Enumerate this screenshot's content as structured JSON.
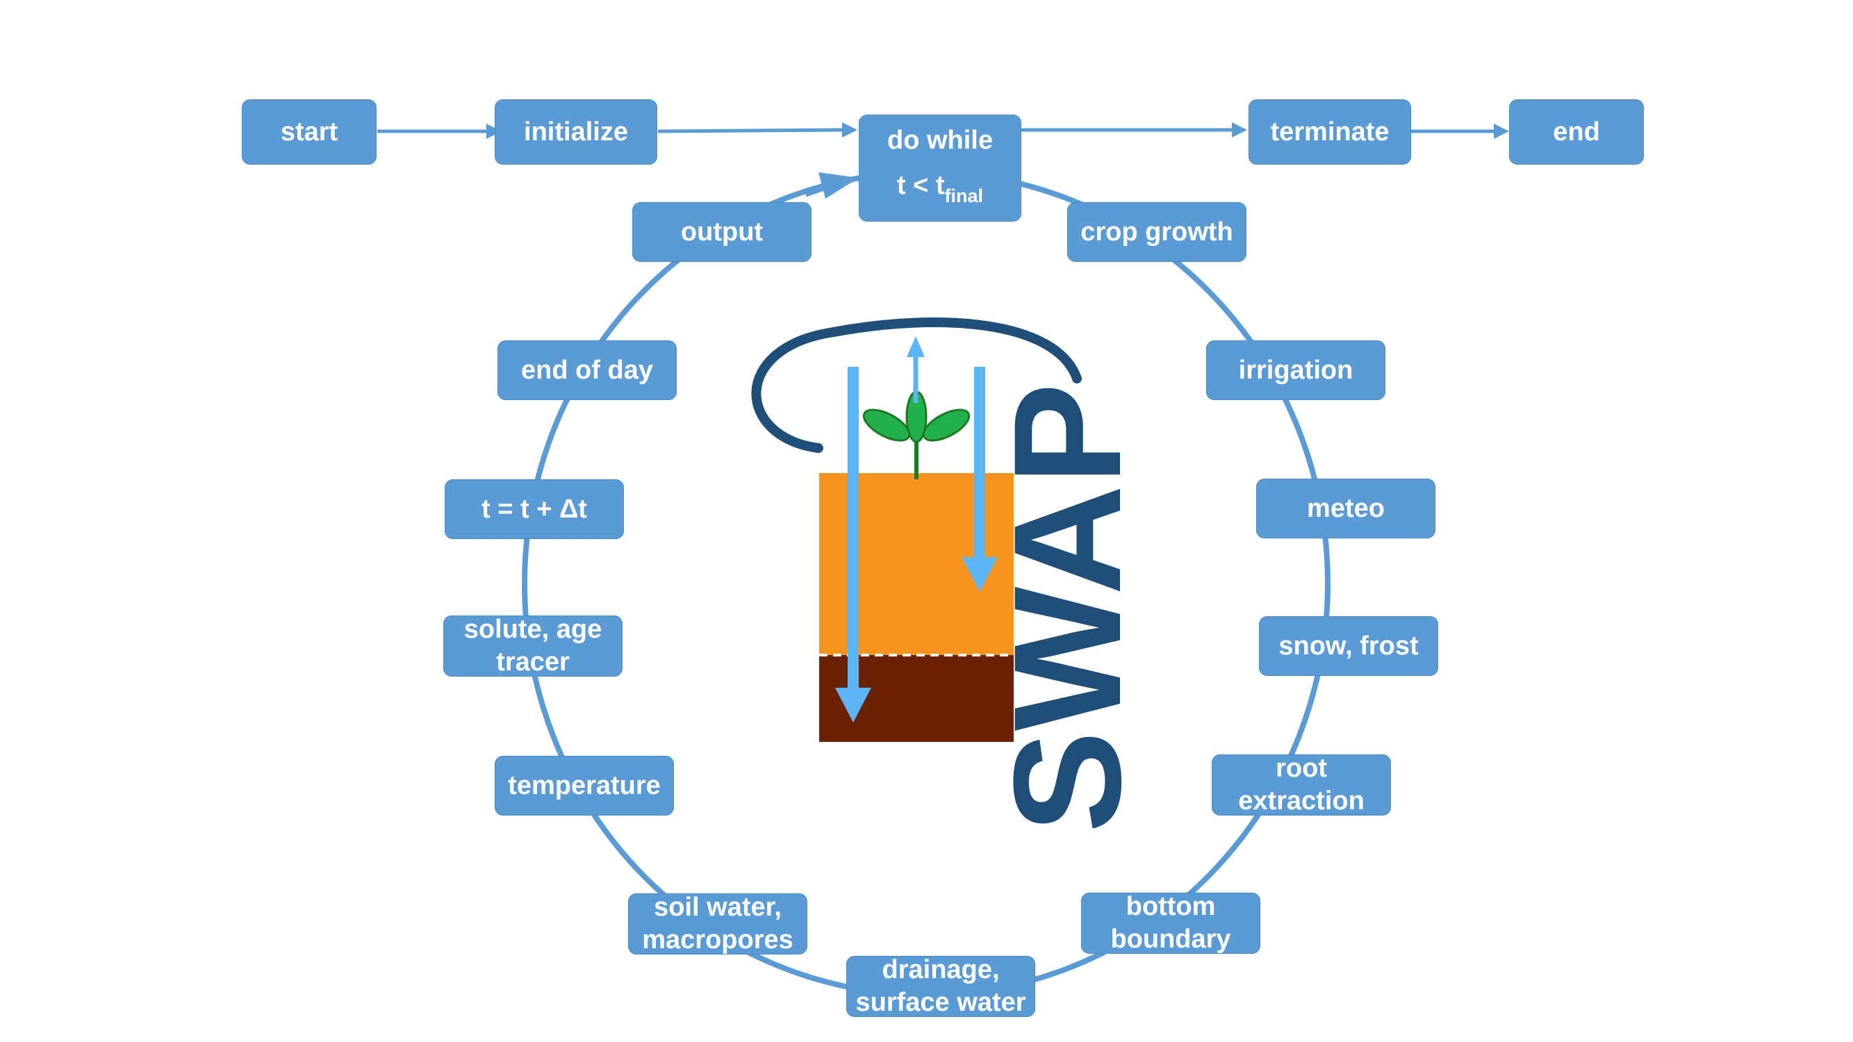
{
  "colors": {
    "box_fill": "#5b9bd5",
    "box_text": "#ffffff",
    "connector": "#5b9bd5",
    "logo_dark_blue": "#1f4e79",
    "flux_arrow": "#5bb5f5",
    "soil_top": "#f7941d",
    "soil_bottom": "#6b2204",
    "plant": "#23b14d"
  },
  "flow": {
    "start": "start",
    "initialize": "initialize",
    "loop": {
      "line1": "do while",
      "line2_base": "t < t",
      "line2_sub": "final"
    },
    "terminate": "terminate",
    "end": "end"
  },
  "cycle": {
    "crop_growth": "crop growth",
    "irrigation": "irrigation",
    "meteo": "meteo",
    "snow_frost": "snow, frost",
    "root_extraction": {
      "line1": "root",
      "line2": "extraction"
    },
    "bottom_boundary": {
      "line1": "bottom",
      "line2": "boundary"
    },
    "drainage": {
      "line1": "drainage,",
      "line2": "surface water"
    },
    "soil_water": {
      "line1": "soil water,",
      "line2": "macropores"
    },
    "temperature": "temperature",
    "solute": {
      "line1": "solute, age",
      "line2": "tracer"
    },
    "time_step": "t = t + Δt",
    "end_of_day": "end of day",
    "output": "output"
  },
  "logo": {
    "text": "SWAP"
  }
}
